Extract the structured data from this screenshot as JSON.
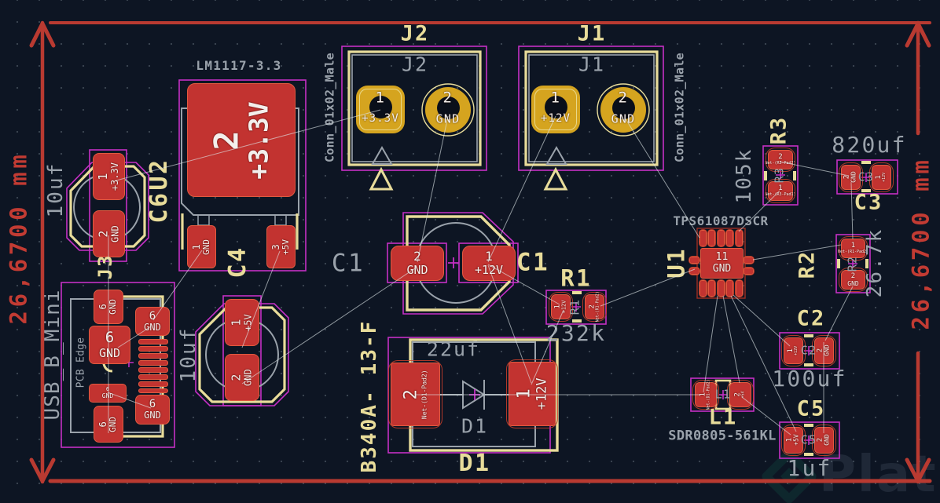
{
  "canvas": {
    "description": "PCB layout editor canvas"
  },
  "colors": {
    "background": "#0d1523",
    "pad_red": "#c23330",
    "pad_gold": "#d5a41f",
    "silkscreen_yellow": "#e8dc9a",
    "courtyard_magenta": "#c52fc5",
    "fab_gray": "#9aa2ab",
    "dimension_red": "#ba3931",
    "ratsnest_white": "#dde3e6",
    "pad_text_white": "#f3efec"
  },
  "dimension": {
    "left_label": "26,6700 mm",
    "right_label": "26,6700 mm"
  },
  "components": {
    "j2": {
      "silk_ref": "J2",
      "fab_ref": "J2",
      "footprint": "Conn_01x02_Male",
      "pad1_num": "1",
      "pad1_net": "+3.3V",
      "pad2_num": "2",
      "pad2_net": "GND"
    },
    "j1": {
      "silk_ref": "J1",
      "fab_ref": "J1",
      "footprint": "Conn_01x02_Male",
      "pad1_num": "1",
      "pad1_net": "+12V",
      "pad2_num": "2",
      "pad2_net": "GND"
    },
    "u2": {
      "fab_value": "LM1117-3.3",
      "silk_ref": "U2",
      "tab_num": "2",
      "tab_net": "+3.3V",
      "pad1_num": "1",
      "pad1_net": "GND",
      "pad3_num": "3",
      "pad3_net": "+5V"
    },
    "c6": {
      "silk_ref": "C6",
      "value": "10uf",
      "pad1_num": "1",
      "pad1_net": "+3.3V",
      "pad2_num": "2",
      "pad2_net": "GND"
    },
    "c4": {
      "silk_ref": "C4",
      "value": "10uf",
      "pad1_num": "1",
      "pad1_net": "+5V",
      "pad2_num": "2",
      "pad2_net": "GND"
    },
    "j3": {
      "silk_ref": "J3",
      "value": "USB_B_Mini",
      "fab_note": "PCB Edge",
      "shield_num": "6",
      "shield_net": "GND"
    },
    "c1": {
      "silk_ref": "C1",
      "fab_ref": "C1",
      "pad1_num": "1",
      "pad1_net": "+12V",
      "pad2_num": "2",
      "pad2_net": "GND"
    },
    "d1": {
      "silk_ref": "D1",
      "fab_ref": "D1",
      "value": "22uf",
      "footprint_value": "B340A- 13-F",
      "pad1_num": "1",
      "pad1_net": "+12V",
      "pad2_num": "2",
      "pad2_net": "Net-(D1-Pad2)"
    },
    "r1": {
      "silk_ref": "R1",
      "fab_ref": "R1",
      "value": "232k",
      "pad1_num": "1",
      "pad1_net": "+12V",
      "pad2_num": "2",
      "pad2_net": "Net-(R1-Pad2)"
    },
    "u1": {
      "fab_value": "TPS61087DSCR",
      "silk_ref": "U1",
      "center_num": "11",
      "center_net": "GND"
    },
    "r3": {
      "silk_ref": "R3",
      "fab_ref": "R3",
      "value": "105k",
      "pad1_num": "1",
      "pad1_net": "Net-(R3-Pad1)",
      "pad2_num": "2",
      "pad2_net": "Net-(R3-Pad2)"
    },
    "r2": {
      "silk_ref": "R2",
      "fab_ref": "R2",
      "value": "26.7k",
      "pad1_num": "1",
      "pad1_net": "Net-(R1-Pad2)",
      "pad2_num": "2",
      "pad2_net": "GND"
    },
    "c3": {
      "silk_ref": "C3",
      "fab_ref": "C3",
      "value": "820uf",
      "pad1_num": "1",
      "pad1_net": "+12V",
      "pad2_num": "2",
      "pad2_net": "GND"
    },
    "c2": {
      "silk_ref": "C2",
      "fab_ref": "C2",
      "value": "100uf",
      "pad1_num": "1",
      "pad1_net": "+12V",
      "pad2_num": "2",
      "pad2_net": "GND"
    },
    "c5": {
      "silk_ref": "C5",
      "fab_ref": "C5",
      "value": "1uf",
      "pad1_num": "1",
      "pad1_net": "+5V",
      "pad2_num": "2",
      "pad2_net": "GND"
    },
    "l1": {
      "silk_ref": "L1",
      "fab_ref": "L1",
      "value": "SDR0805-561KL",
      "pad1_num": "1",
      "pad1_net": "Net-(D1-Pad2)",
      "pad2_num": "2",
      "pad2_net": "+5V"
    }
  },
  "watermark": {
    "text": "Plat"
  }
}
